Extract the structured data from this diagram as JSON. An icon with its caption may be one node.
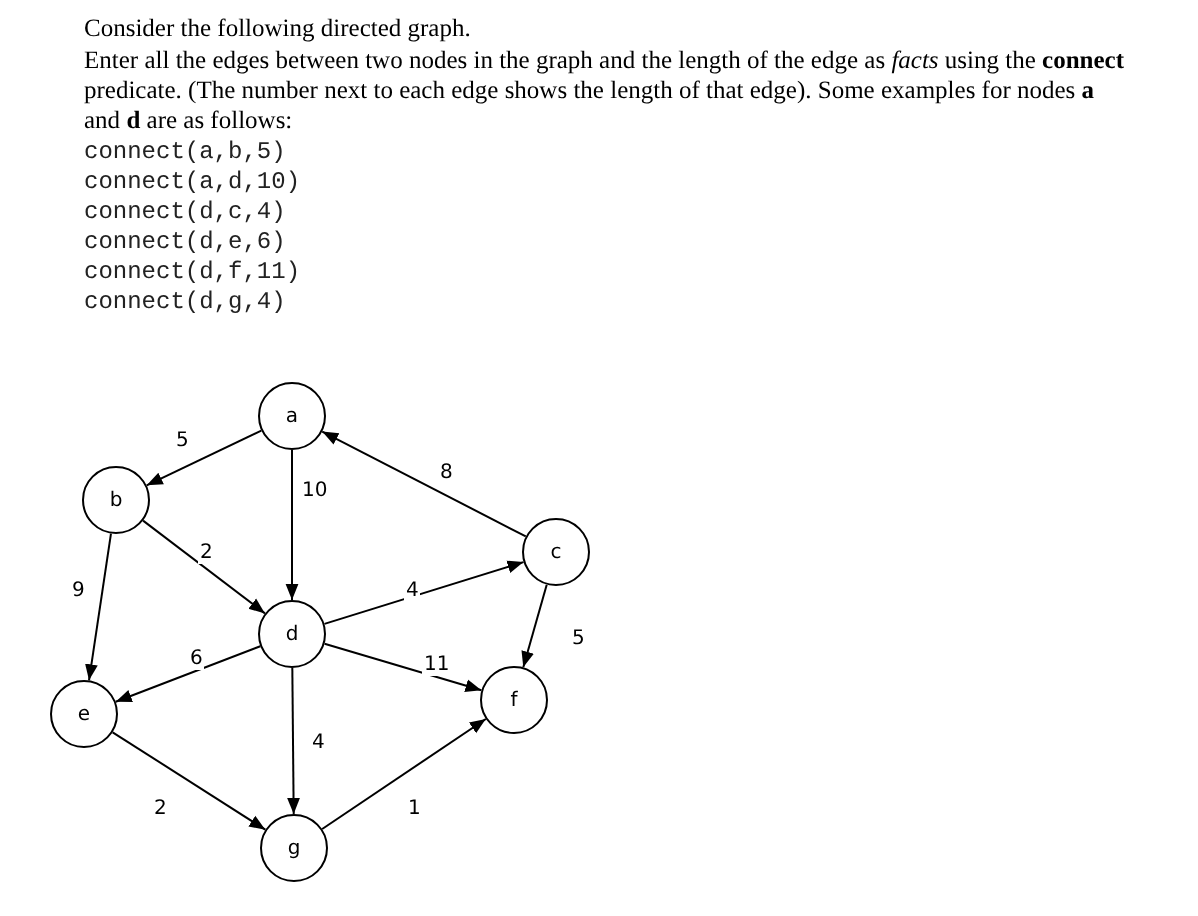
{
  "diagram": {
    "title": "Consider the following directed graph.",
    "labels": [
      "Enter all the edges between two nodes in the graph and the length of the edge as *facts* using the **connect** predicate. (The number next to each edge shows the length of that edge). Some examples for nodes **a** and **d** are as follows:",
      "connect(a,b,5)",
      "connect(a,d,10)",
      "connect(d,c,4)",
      "connect(d,e,6)",
      "connect(d,f,11)",
      "connect(d,g,4)"
    ],
    "nodes": [
      {
        "text": [
          "a"
        ]
      },
      {
        "text": [
          "b"
        ]
      },
      {
        "text": [
          "c"
        ]
      },
      {
        "text": [
          "d"
        ]
      },
      {
        "text": [
          "e"
        ]
      },
      {
        "text": [
          "f"
        ]
      },
      {
        "text": [
          "g"
        ]
      }
    ],
    "edges": [
      {
        "from": 0,
        "to": 1,
        "arrow": "to",
        "label": "5"
      },
      {
        "from": 0,
        "to": 3,
        "arrow": "to",
        "label": "10"
      },
      {
        "from": 2,
        "to": 0,
        "arrow": "to",
        "label": "8"
      },
      {
        "from": 1,
        "to": 3,
        "arrow": "to",
        "label": "2"
      },
      {
        "from": 1,
        "to": 4,
        "arrow": "to",
        "label": "9"
      },
      {
        "from": 3,
        "to": 2,
        "arrow": "to",
        "label": "4"
      },
      {
        "from": 2,
        "to": 5,
        "arrow": "to",
        "label": "5"
      },
      {
        "from": 3,
        "to": 4,
        "arrow": "to",
        "label": "6"
      },
      {
        "from": 3,
        "to": 5,
        "arrow": "to",
        "label": "11"
      },
      {
        "from": 3,
        "to": 6,
        "arrow": "to",
        "label": "4"
      },
      {
        "from": 4,
        "to": 6,
        "arrow": "to",
        "label": "2"
      },
      {
        "from": 6,
        "to": 5,
        "arrow": "to",
        "label": "1"
      }
    ]
  }
}
